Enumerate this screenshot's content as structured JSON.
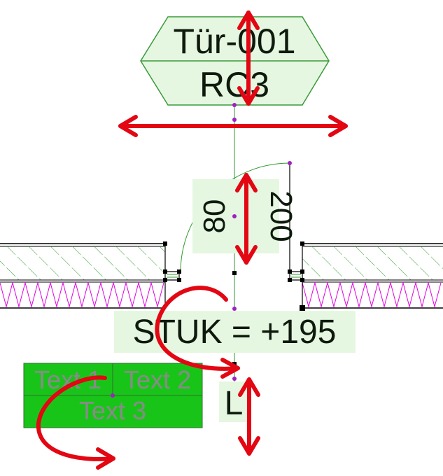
{
  "door_tag": {
    "name": "Tür-001",
    "code": "RC3"
  },
  "opening": {
    "width": "80",
    "height": "200"
  },
  "level_label": "STUK = +195",
  "marker_label": "L",
  "text_block": {
    "cell1": "Text 1",
    "cell2": "Text 2",
    "cell3": "Text 3"
  },
  "colors": {
    "arrow": "#e30613",
    "label_bg": "#e6f7e1",
    "tag_stroke": "#3a9a3a",
    "text_block_fill": "#19c419",
    "insulation": "#e400e4",
    "hatch": "#2f9a2f",
    "node": "#a020c0"
  }
}
